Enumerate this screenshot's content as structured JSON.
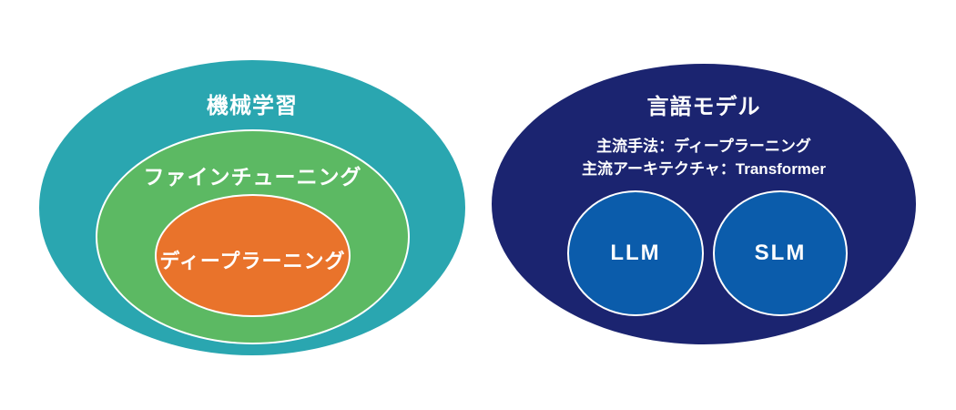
{
  "page_background": "#FFFFFF",
  "text_color": "#FFFFFF",
  "left_diagram": {
    "title": "機械学習",
    "middle_label": "ファインチューニング",
    "inner_label": "ディープラーニング",
    "colors": {
      "outer": "#2AA6B0",
      "middle": "#5CB963",
      "inner": "#E9732B",
      "ring_border": "#FFFFFF"
    }
  },
  "right_diagram": {
    "title": "言語モデル",
    "notes": [
      "主流手法：ディープラーニング",
      "主流アーキテクチャ：Transformer"
    ],
    "circles": [
      {
        "label": "LLM"
      },
      {
        "label": "SLM"
      }
    ],
    "colors": {
      "outer": "#1B2470",
      "circle": "#0B5CAB",
      "ring_border": "#FFFFFF"
    }
  }
}
